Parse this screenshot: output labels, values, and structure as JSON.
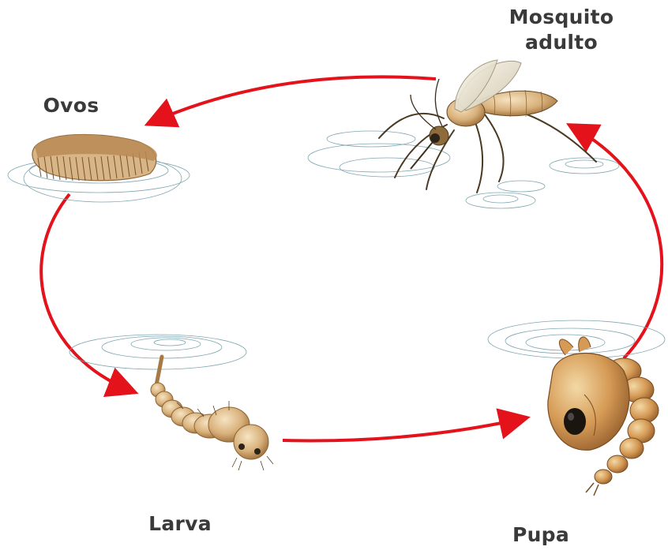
{
  "diagram": {
    "stages": [
      {
        "id": "ovos",
        "label_lines": [
          "Ovos"
        ]
      },
      {
        "id": "adult",
        "label_lines": [
          "Mosquito",
          "adulto"
        ]
      },
      {
        "id": "larva",
        "label_lines": [
          "Larva"
        ]
      },
      {
        "id": "pupa",
        "label_lines": [
          "Pupa"
        ]
      }
    ],
    "cycle_order": [
      "ovos",
      "larva",
      "pupa",
      "adult"
    ],
    "colors": {
      "arrow": "#e3121b",
      "label": "#3a3a3a",
      "ripple": "#7fa7b1",
      "body_light": "#e9cc9f",
      "body_dark": "#b98a50"
    }
  }
}
